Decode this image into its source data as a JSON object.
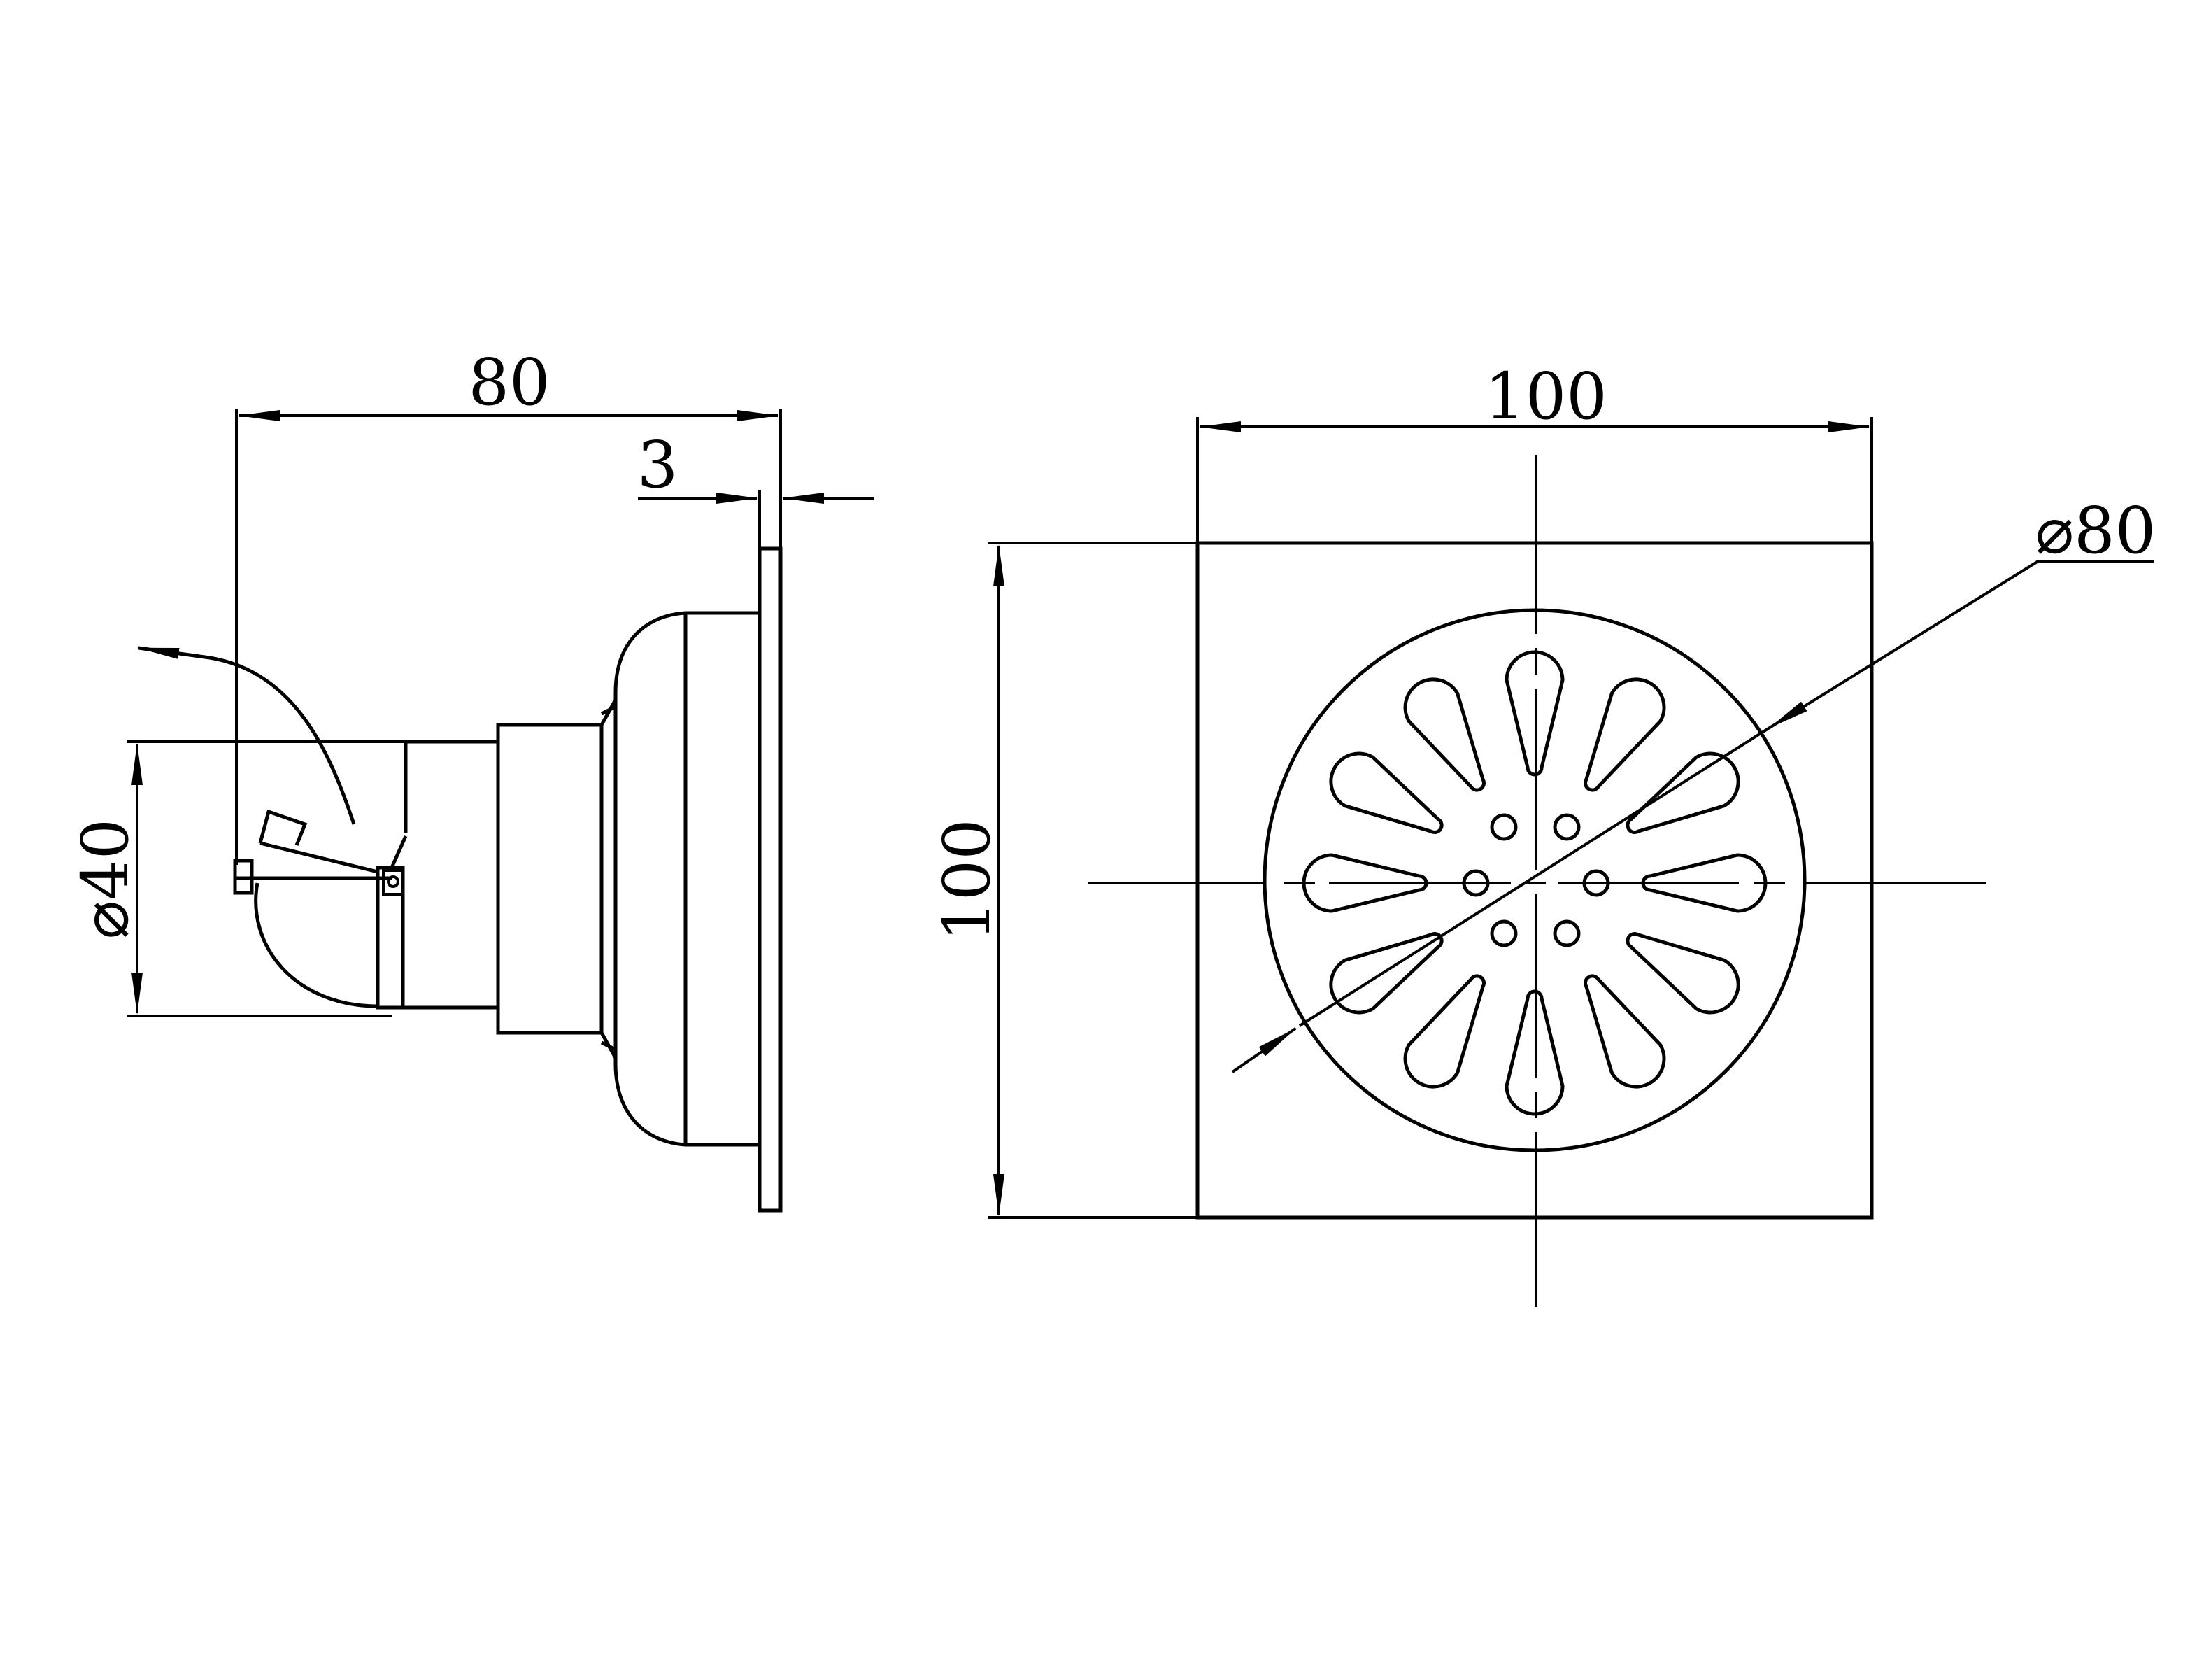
{
  "dimensions": {
    "side_length": "80",
    "flange_thickness": "3",
    "outlet_diameter": "⌀40",
    "plate_width": "100",
    "plate_height": "100",
    "grate_diameter": "⌀80"
  },
  "colors": {
    "line": "#000000",
    "background": "#ffffff"
  }
}
